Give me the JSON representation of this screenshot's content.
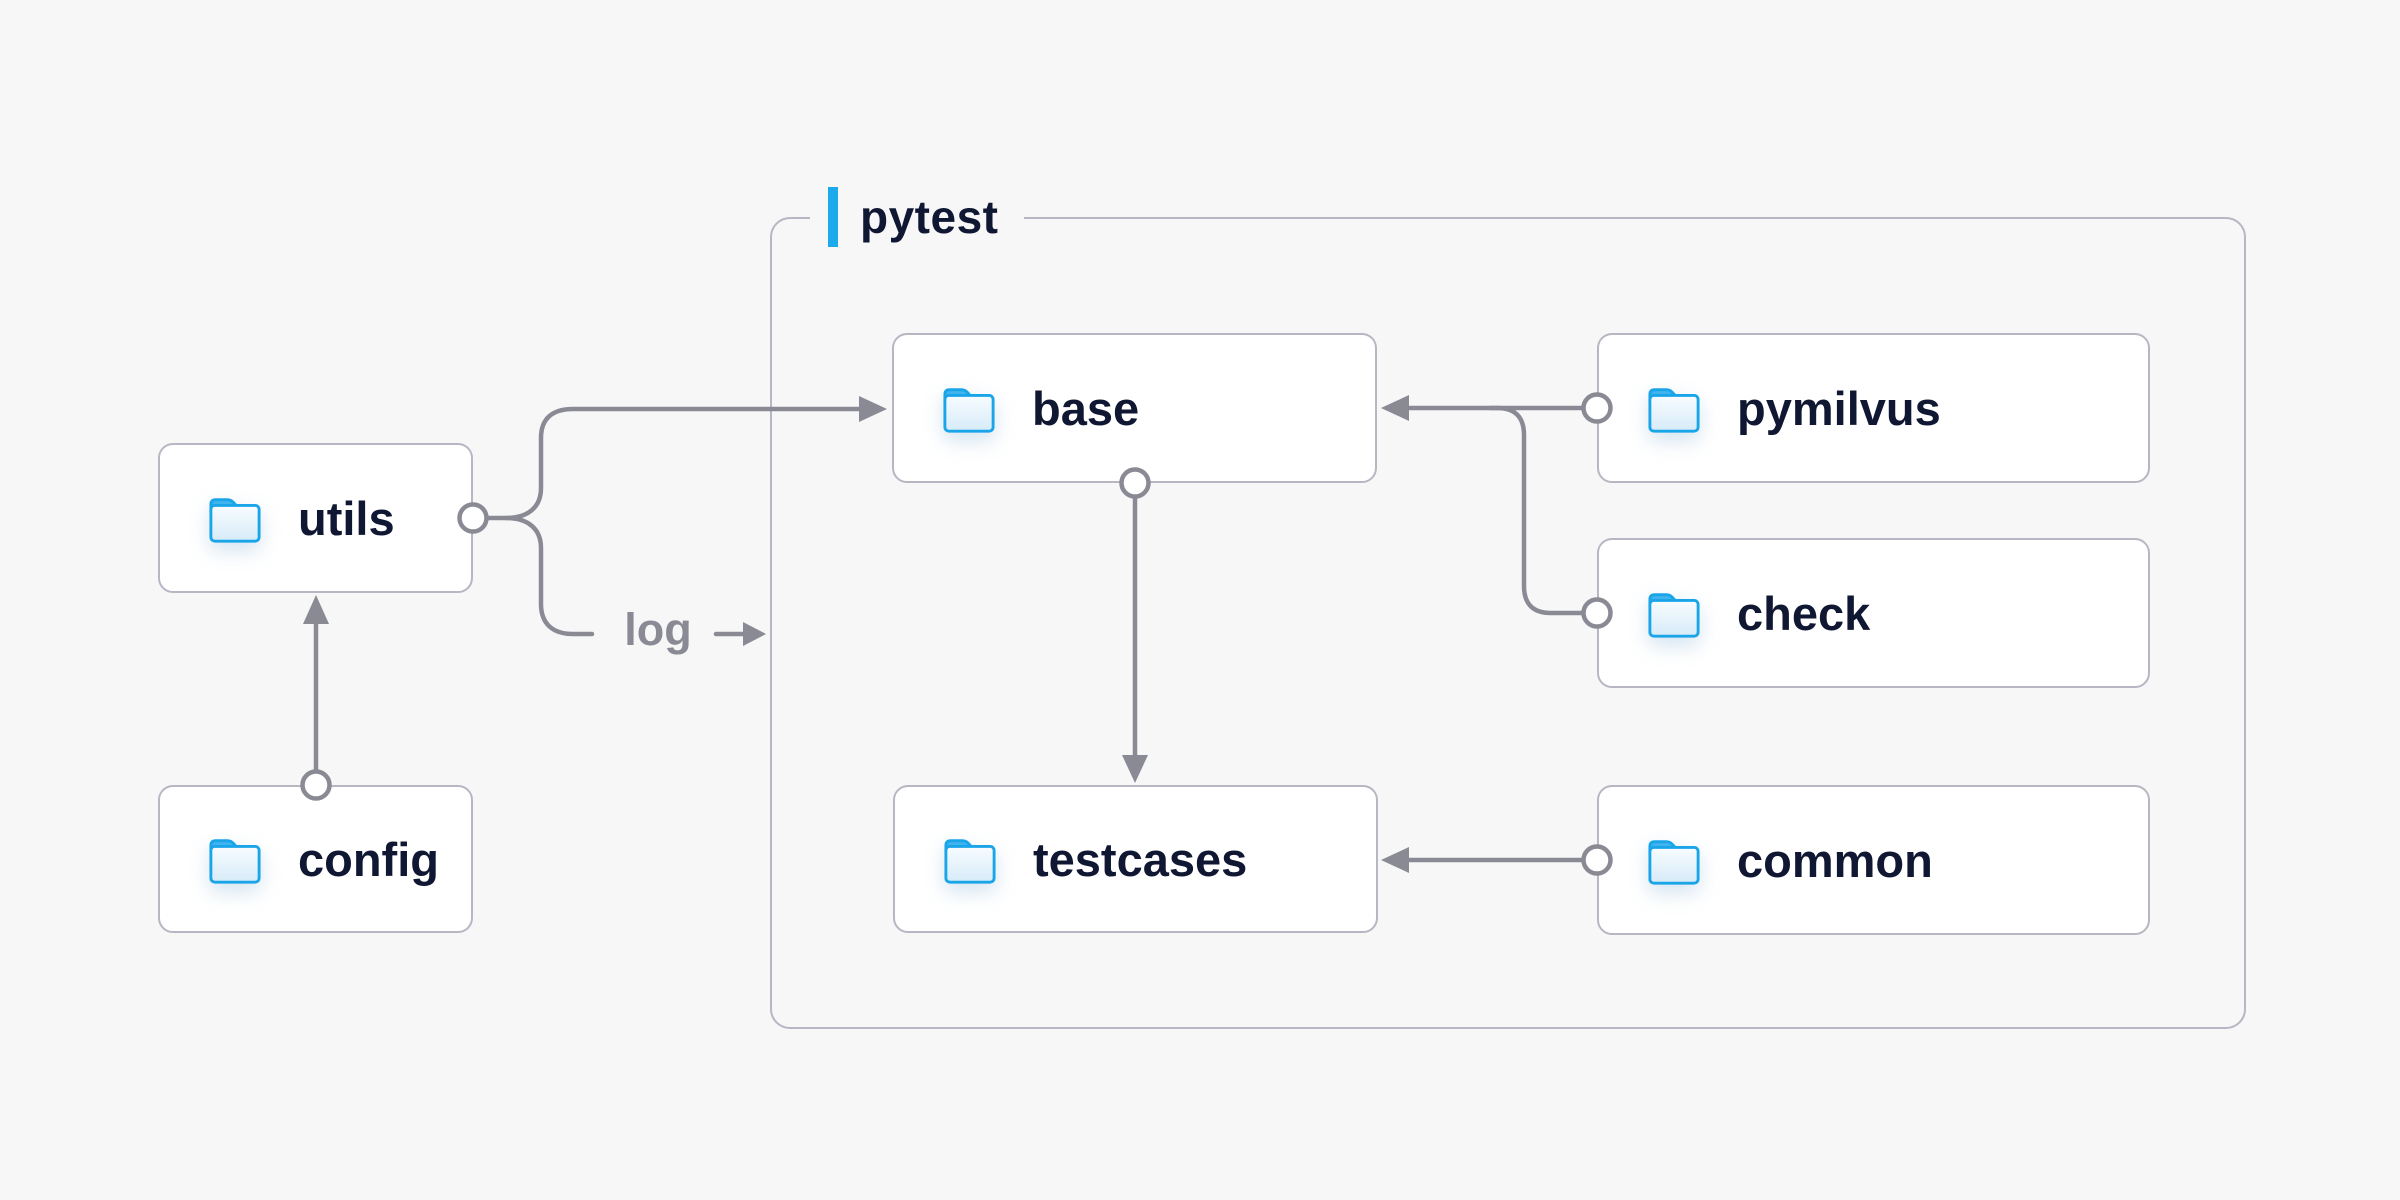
{
  "diagram": {
    "container_label": "pytest",
    "nodes": [
      {
        "id": "utils",
        "label": "utils",
        "icon": "folder-icon"
      },
      {
        "id": "config",
        "label": "config",
        "icon": "folder-icon"
      },
      {
        "id": "base",
        "label": "base",
        "icon": "folder-icon"
      },
      {
        "id": "pymilvus",
        "label": "pymilvus",
        "icon": "folder-icon"
      },
      {
        "id": "check",
        "label": "check",
        "icon": "folder-icon"
      },
      {
        "id": "testcases",
        "label": "testcases",
        "icon": "folder-icon"
      },
      {
        "id": "common",
        "label": "common",
        "icon": "folder-icon"
      }
    ],
    "edge_label": "log",
    "edges": [
      {
        "from": "config",
        "to": "utils"
      },
      {
        "from": "utils",
        "to": "base"
      },
      {
        "from": "utils",
        "to": "pytest",
        "label": "log"
      },
      {
        "from": "pymilvus",
        "to": "base"
      },
      {
        "from": "check",
        "to": "base"
      },
      {
        "from": "base",
        "to": "testcases"
      },
      {
        "from": "common",
        "to": "testcases"
      }
    ],
    "colors": {
      "background": "#f7f7f8",
      "node_fill": "#ffffff",
      "node_border": "#b7b7c3",
      "text_navy": "#101732",
      "line_gray": "#8a8a95",
      "accent_blue": "#1caaec",
      "folder_stroke": "#1ba5e9",
      "folder_tab": "#3fb4ee"
    }
  }
}
